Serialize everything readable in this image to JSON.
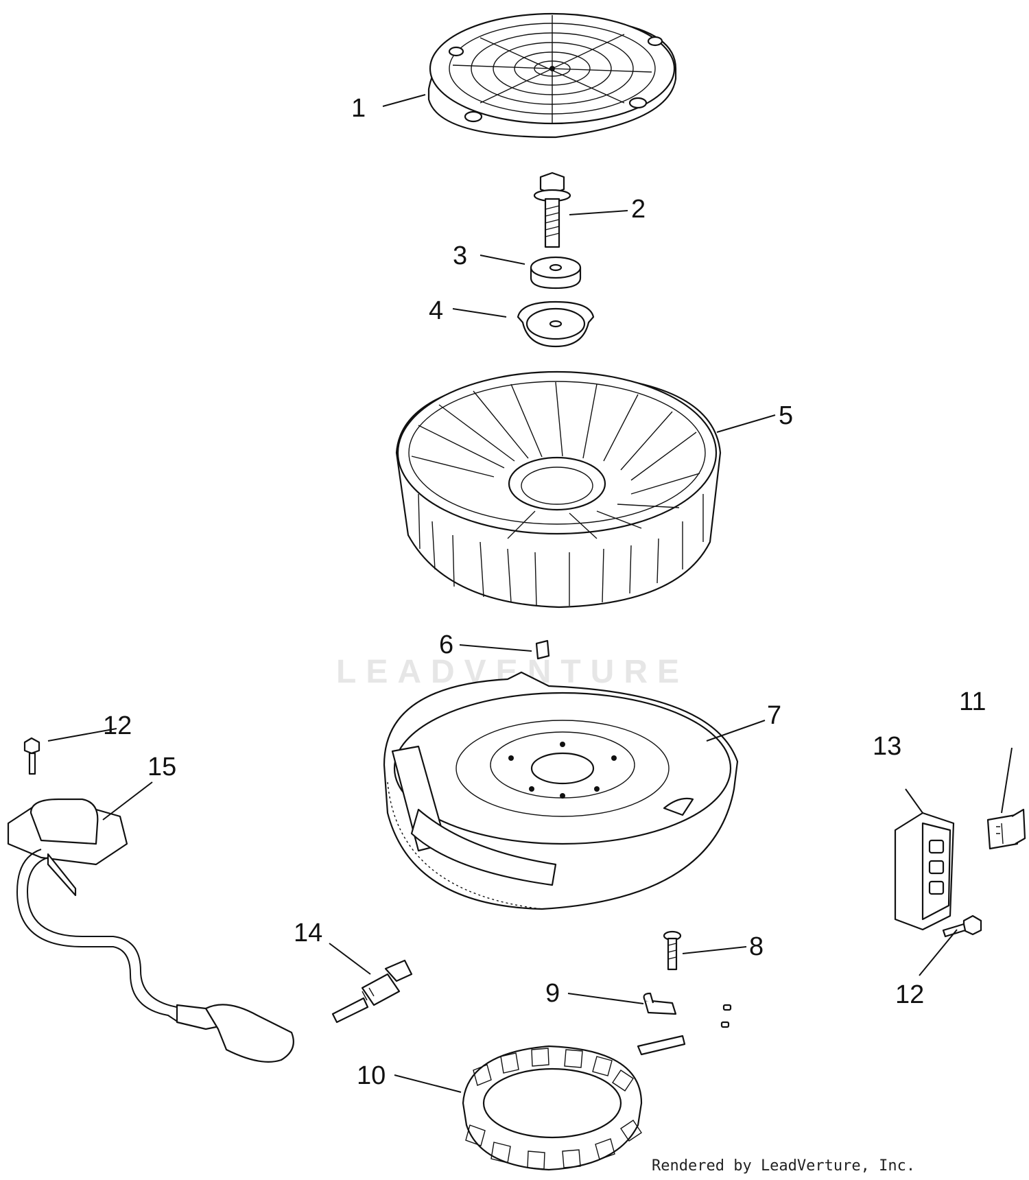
{
  "watermark": "LEADVENTURE",
  "credit": "Rendered by LeadVerture, Inc.",
  "callouts": [
    "1",
    "2",
    "3",
    "4",
    "5",
    "6",
    "7",
    "8",
    "9",
    "10",
    "11",
    "12",
    "13",
    "14",
    "15",
    "12"
  ]
}
